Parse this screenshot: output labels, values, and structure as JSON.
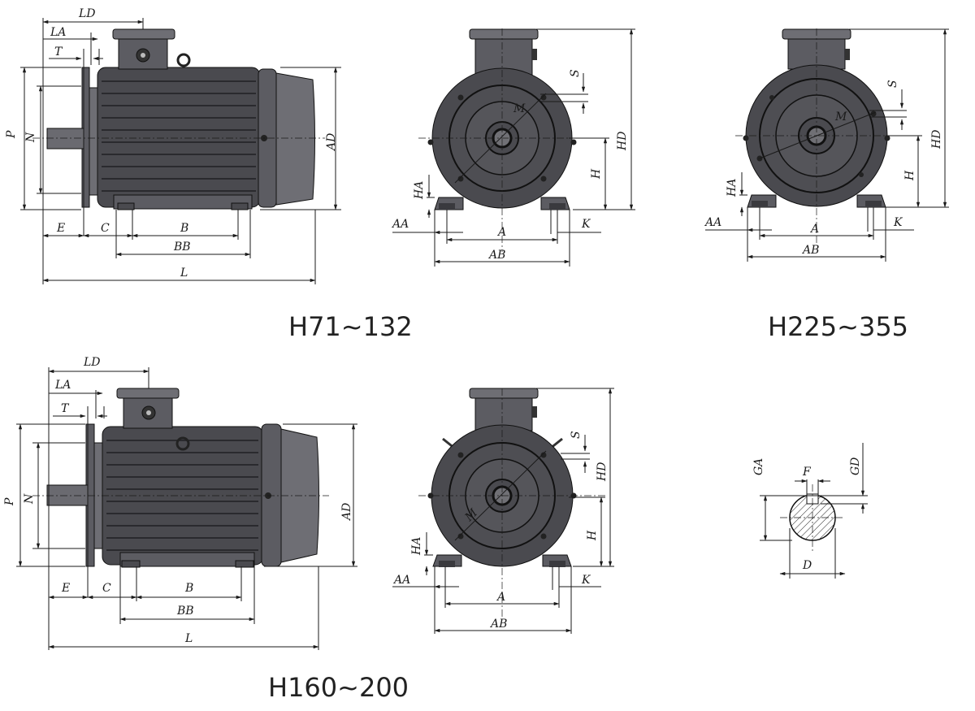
{
  "captions": {
    "small": "H71~132",
    "large": "H225~355",
    "medium": "H160~200"
  },
  "labels": {
    "LD": "LD",
    "LA": "LA",
    "T": "T",
    "P": "P",
    "N": "N",
    "E": "E",
    "C": "C",
    "B": "B",
    "BB": "BB",
    "L": "L",
    "AD": "AD",
    "S": "S",
    "M": "M",
    "H": "H",
    "HD": "HD",
    "HA": "HA",
    "AA": "AA",
    "A": "A",
    "K": "K",
    "AB": "AB",
    "GA": "GA",
    "F": "F",
    "GD": "GD",
    "D": "D"
  }
}
